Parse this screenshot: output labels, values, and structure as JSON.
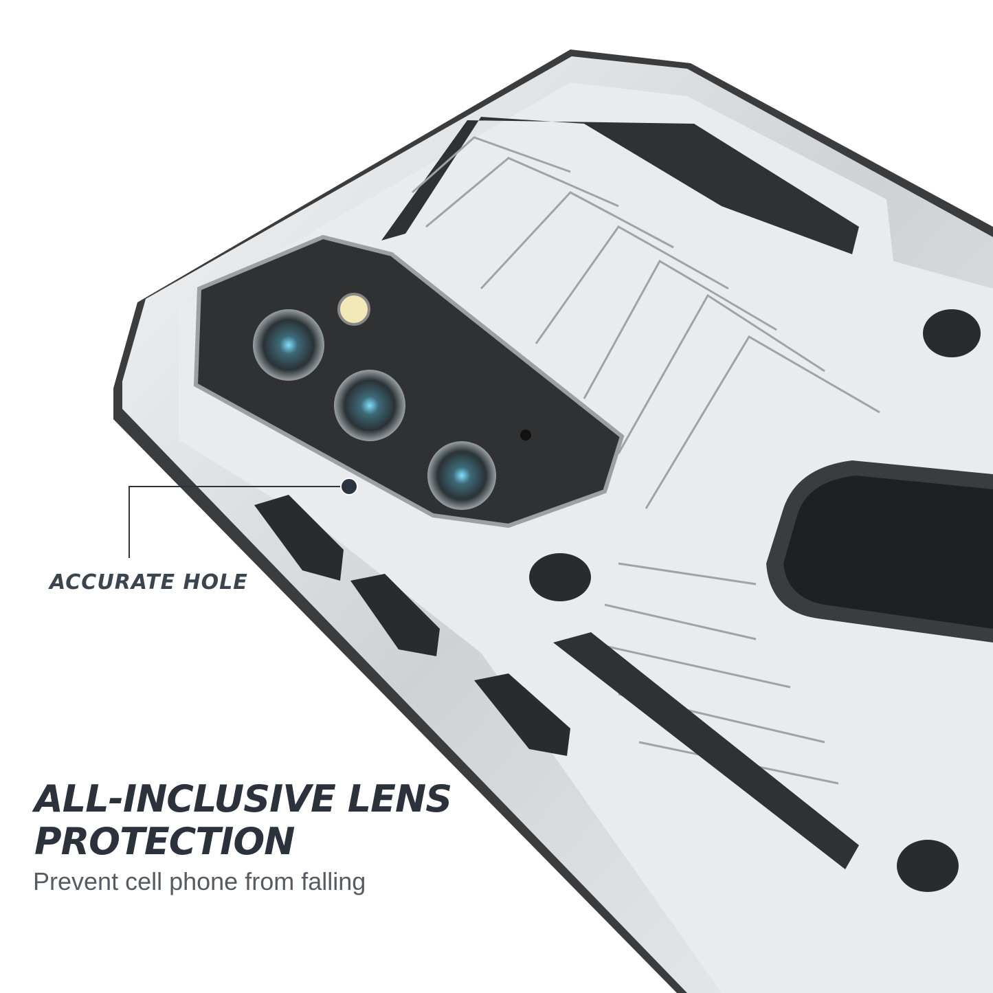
{
  "callout": {
    "label": "ACCURATE HOLE"
  },
  "headline": {
    "line1": "ALL-INCLUSIVE LENS",
    "line2": "PROTECTION"
  },
  "subtitle": "Prevent cell phone from falling",
  "colors": {
    "text_dark": "#2b323c",
    "case_silver": "#d9dcdf",
    "module_dark": "#2f3133",
    "callout_dot": "#2c3442"
  }
}
